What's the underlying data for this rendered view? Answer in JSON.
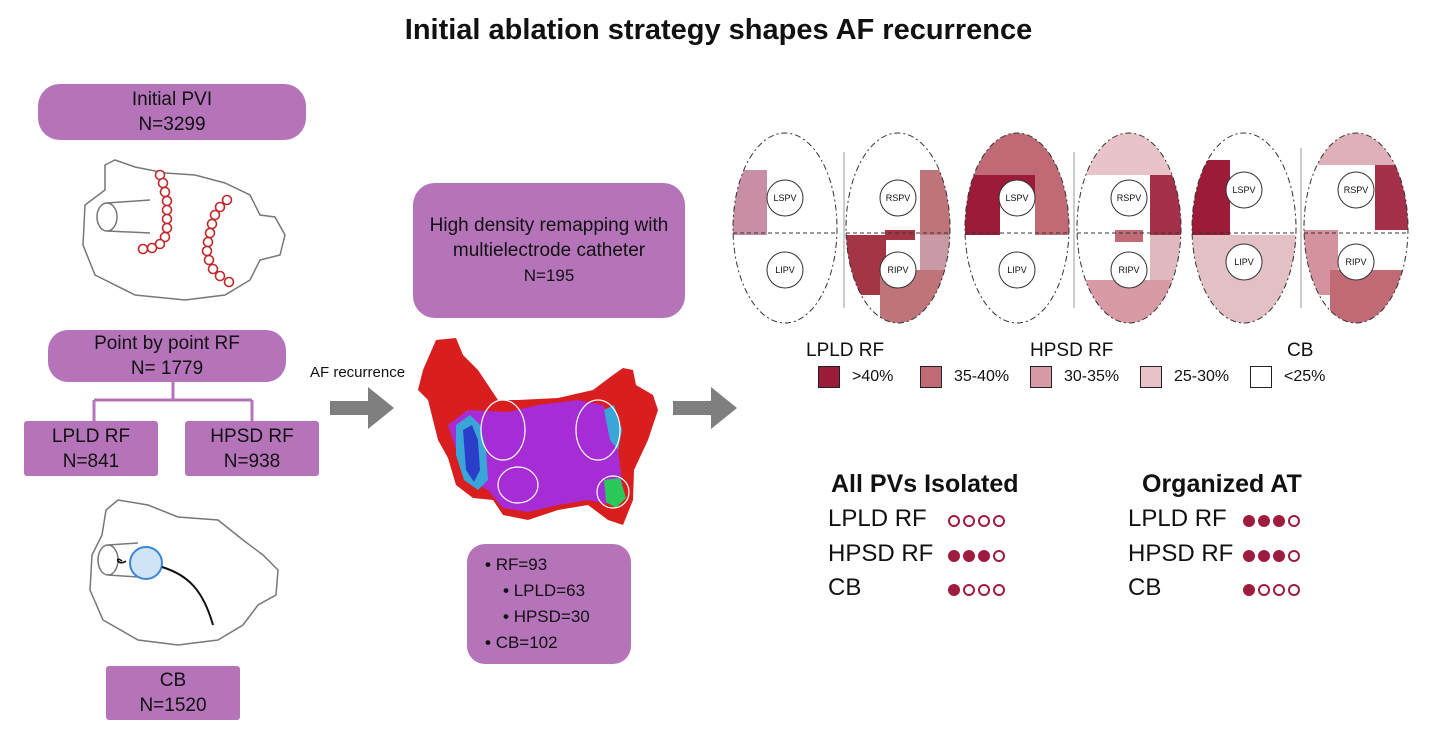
{
  "title": "Initial ablation strategy shapes AF recurrence",
  "initial_pvi": {
    "line1": "Initial PVI",
    "line2": "N=3299"
  },
  "point_rf": {
    "line1": "Point by point RF",
    "line2": "N= 1779"
  },
  "lpld_box": {
    "line1": "LPLD RF",
    "line2": "N=841"
  },
  "hpsd_box": {
    "line1": "HPSD RF",
    "line2": "N=938"
  },
  "cb_box": {
    "line1": "CB",
    "line2": "N=1520"
  },
  "af_recurrence": "AF recurrence",
  "remap_box": {
    "line1": "High density remapping with",
    "line2": "multielectrode catheter",
    "line3": "N=195"
  },
  "counts": {
    "rf": "RF=93",
    "lpld": "LPLD=63",
    "hpsd": "HPSD=30",
    "cb": "CB=102"
  },
  "pv_labels": {
    "lspv": "LSPV",
    "lipv": "LIPV",
    "rspv": "RSPV",
    "ripv": "RIPV"
  },
  "group_names": {
    "lpld": "LPLD RF",
    "hpsd": "HPSD RF",
    "cb": "CB"
  },
  "legend": [
    {
      "label": ">40%",
      "color": "#9b1b38"
    },
    {
      "label": "35-40%",
      "color": "#c06a76"
    },
    {
      "label": "30-35%",
      "color": "#d89aa4"
    },
    {
      "label": "25-30%",
      "color": "#e8c4ca"
    },
    {
      "label": "<25%",
      "color": "#ffffff"
    }
  ],
  "table": {
    "left_header": "All PVs Isolated",
    "right_header": "Organized AT",
    "rows": [
      {
        "label": "LPLD RF",
        "left_filled": 0,
        "right_filled": 3
      },
      {
        "label": "HPSD RF",
        "left_filled": 3,
        "right_filled": 3
      },
      {
        "label": "CB",
        "left_filled": 1,
        "right_filled": 1
      }
    ],
    "dots_total": 4
  }
}
